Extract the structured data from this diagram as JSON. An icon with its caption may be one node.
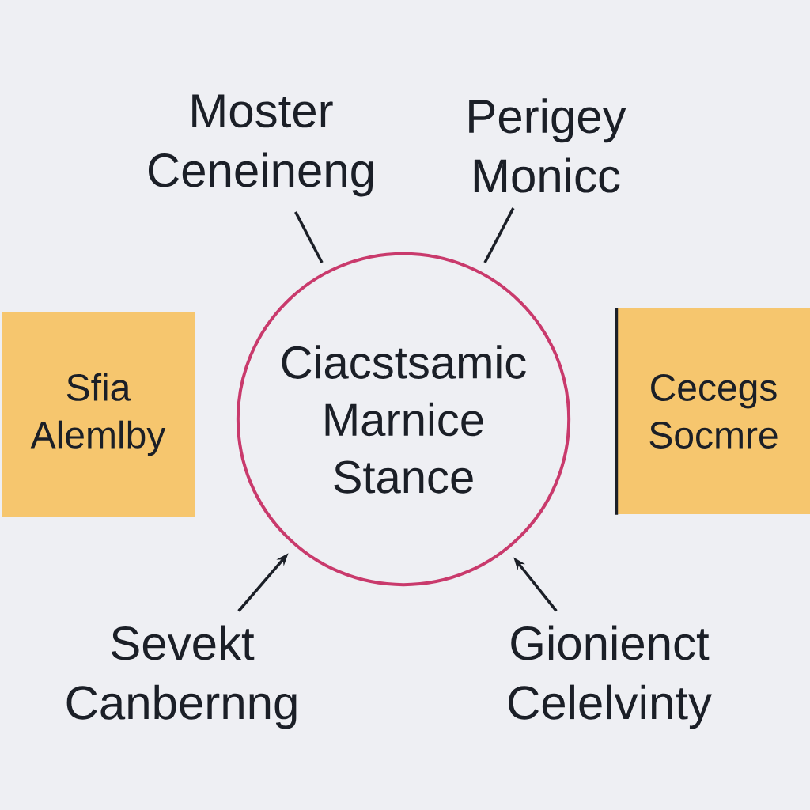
{
  "diagram": {
    "nodes": [
      {
        "text": [
          "Moster Ceneineng"
        ]
      },
      {
        "text": [
          "Perigey Monicc"
        ]
      },
      {
        "text": [
          "Sfia Alemlby"
        ]
      },
      {
        "text": [
          "Ciacstsamic Marnice Stance"
        ]
      },
      {
        "text": [
          "Cecegs Socmre"
        ]
      },
      {
        "text": [
          "Sevekt Canbernng"
        ]
      },
      {
        "text": [
          "Gionienct Celelvinty"
        ]
      }
    ],
    "edges": [
      {
        "from": 0,
        "to": 3,
        "arrow": "none"
      },
      {
        "from": 1,
        "to": 3,
        "arrow": "none"
      },
      {
        "from": 5,
        "to": 3,
        "arrow": "to"
      },
      {
        "from": 6,
        "to": 3,
        "arrow": "to"
      }
    ]
  }
}
